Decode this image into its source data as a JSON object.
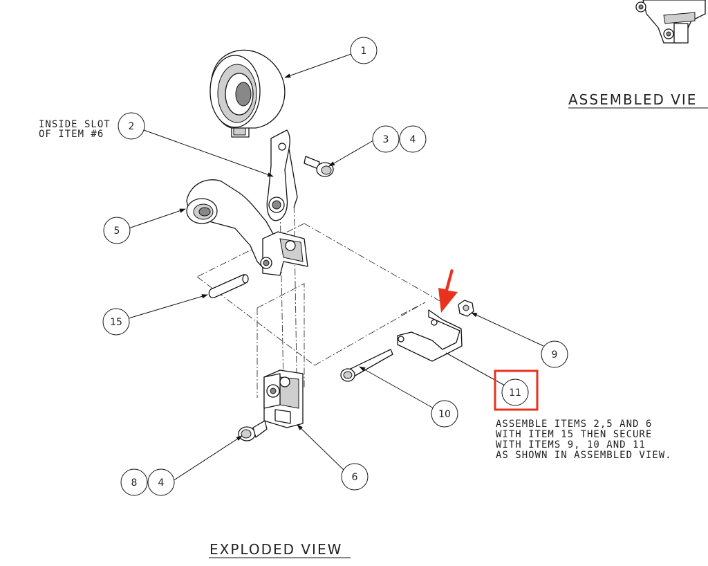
{
  "notes": {
    "slot_line1": "INSIDE SLOT",
    "slot_line2": "OF ITEM #6",
    "assembly_line1": "ASSEMBLE ITEMS 2,5 AND 6",
    "assembly_line2": "WITH ITEM 15 THEN SECURE",
    "assembly_line3": "WITH ITEMS 9, 10 AND 11",
    "assembly_line4": "AS SHOWN IN ASSEMBLED VIEW."
  },
  "views": {
    "assembled_title": "ASSEMBLED VIE",
    "exploded_title": "EXPLODED VIEW"
  },
  "balloons": {
    "b1": "1",
    "b2": "2",
    "b3": "3",
    "b4a": "4",
    "b5": "5",
    "b15": "15",
    "b9": "9",
    "b10": "10",
    "b11": "11",
    "b8": "8",
    "b4b": "4",
    "b6": "6"
  },
  "colors": {
    "highlight": "#e8321e",
    "line": "#111111"
  }
}
